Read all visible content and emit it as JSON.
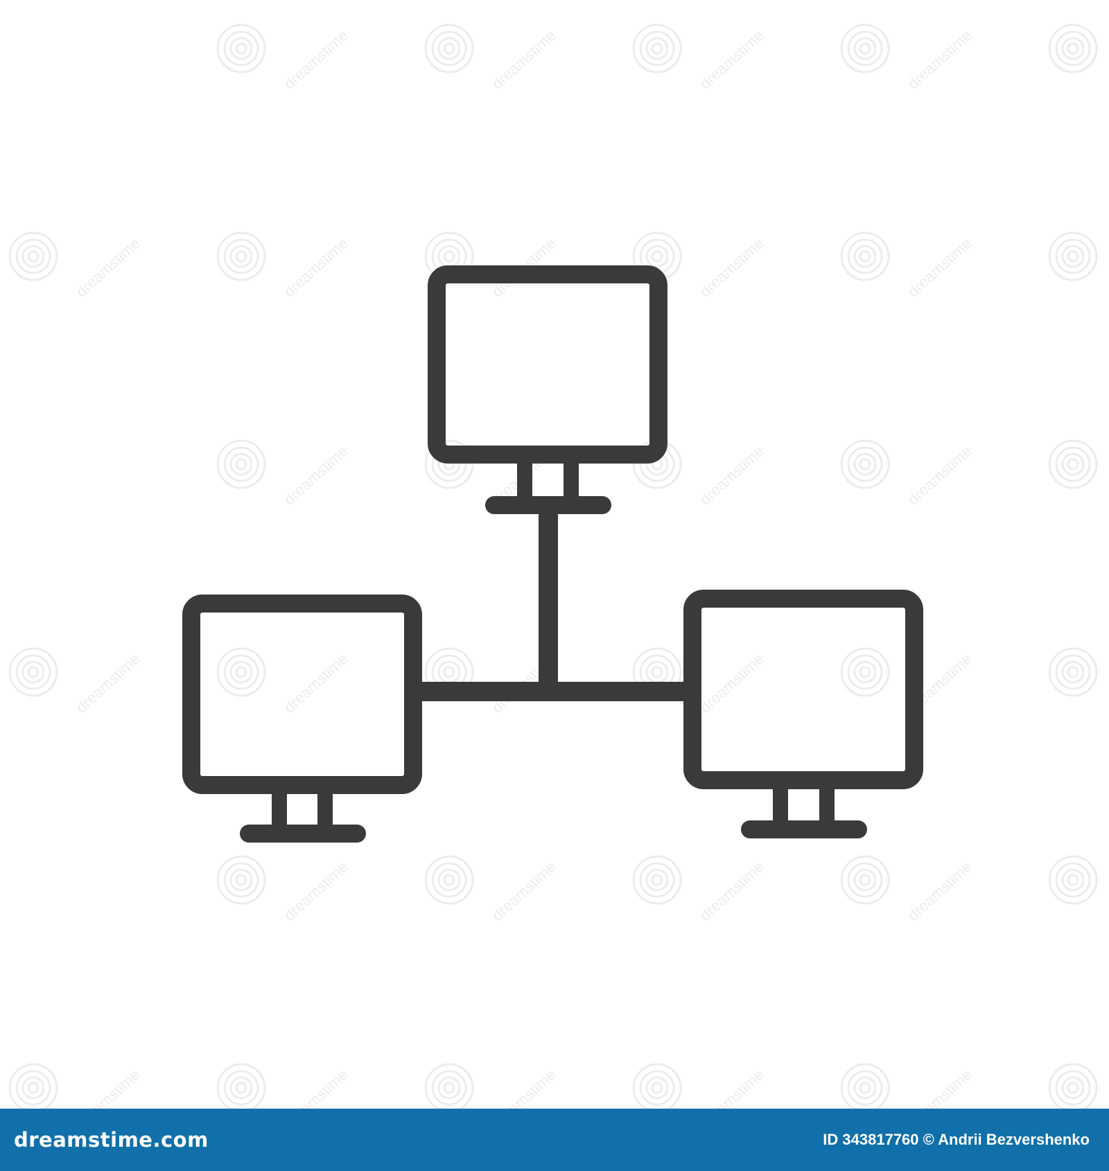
{
  "image": {
    "subject_icons": [
      "monitor-icon",
      "monitor-icon",
      "monitor-icon"
    ],
    "connector": "t-network-connector",
    "colors": {
      "background": "#ffffff",
      "stroke": "#3a3a3a",
      "footer_bar": "#1170a9",
      "footer_text": "#ffffff",
      "watermark": "#ececec"
    }
  },
  "watermark": {
    "text": "dreamstime",
    "icon": "spiral-logo-icon"
  },
  "footer": {
    "logo_text": "dreamstime.com",
    "credit_text": "ID 343817760 © Andrii Bezvershenko"
  }
}
